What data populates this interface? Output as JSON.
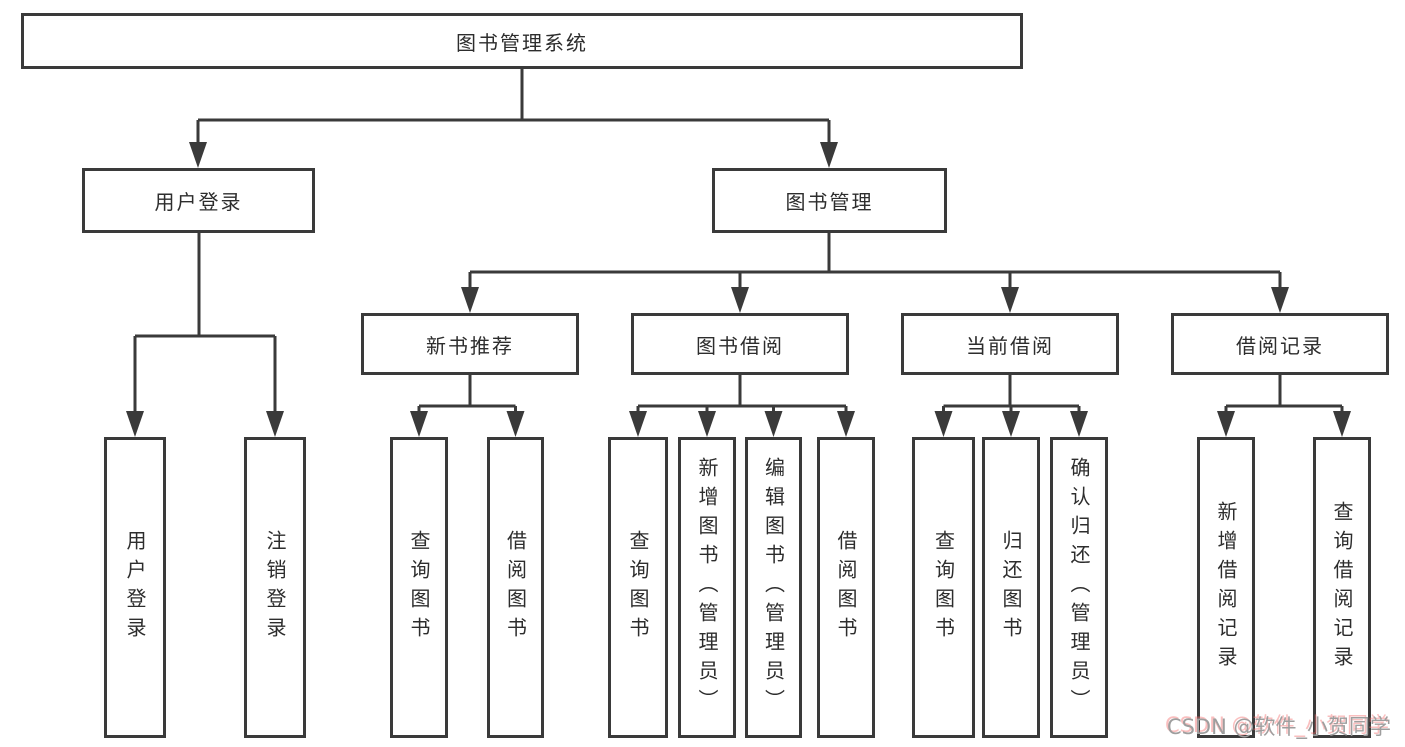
{
  "tree": {
    "label": "图书管理系统",
    "children": [
      {
        "label": "用户登录",
        "children": [
          {
            "label": "用户登录"
          },
          {
            "label": "注销登录"
          }
        ]
      },
      {
        "label": "图书管理",
        "children": [
          {
            "label": "新书推荐",
            "children": [
              {
                "label": "查询图书"
              },
              {
                "label": "借阅图书"
              }
            ]
          },
          {
            "label": "图书借阅",
            "children": [
              {
                "label": "查询图书"
              },
              {
                "label": "新增图书（管理员）"
              },
              {
                "label": "编辑图书（管理员）"
              },
              {
                "label": "借阅图书"
              }
            ]
          },
          {
            "label": "当前借阅",
            "children": [
              {
                "label": "查询图书"
              },
              {
                "label": "归还图书"
              },
              {
                "label": "确认归还（管理员）"
              }
            ]
          },
          {
            "label": "借阅记录",
            "children": [
              {
                "label": "新增借阅记录"
              },
              {
                "label": "查询借阅记录"
              }
            ]
          }
        ]
      }
    ]
  },
  "watermark": {
    "text": "CSDN @软件_小贺同学"
  },
  "colors": {
    "line": "#3a3a3a",
    "box_border": "#3a3a3a",
    "background": "#ffffff",
    "text": "#2d2d2d",
    "watermark_text": "#9e9e9e",
    "watermark_shadow": "#f47070"
  }
}
